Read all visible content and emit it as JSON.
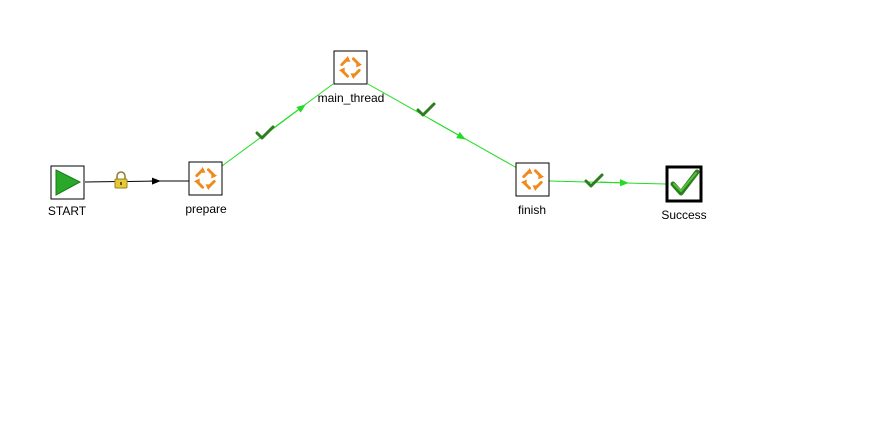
{
  "workflow": {
    "nodes": [
      {
        "id": "start",
        "label": "START",
        "icon": "start-play-icon"
      },
      {
        "id": "prepare",
        "label": "prepare",
        "icon": "job-entry-expand-icon"
      },
      {
        "id": "main_thread",
        "label": "main_thread",
        "icon": "job-entry-expand-icon"
      },
      {
        "id": "finish",
        "label": "finish",
        "icon": "job-entry-expand-icon"
      },
      {
        "id": "success",
        "label": "Success",
        "icon": "success-check-icon"
      }
    ],
    "hops": [
      {
        "from": "start",
        "to": "prepare",
        "type": "unconditional",
        "marker": "lock-icon"
      },
      {
        "from": "prepare",
        "to": "main_thread",
        "type": "on-success",
        "marker": "check-icon"
      },
      {
        "from": "main_thread",
        "to": "finish",
        "type": "on-success",
        "marker": "check-icon"
      },
      {
        "from": "finish",
        "to": "success",
        "type": "on-success",
        "marker": "check-icon"
      }
    ],
    "colors": {
      "success_hop": "#22dd22",
      "unconditional_hop": "#000000",
      "entry_orange": "#f08a1c",
      "start_green": "#2aa82a",
      "check_green": "#2e7d1f",
      "lock_gold": "#e6c83a"
    }
  }
}
